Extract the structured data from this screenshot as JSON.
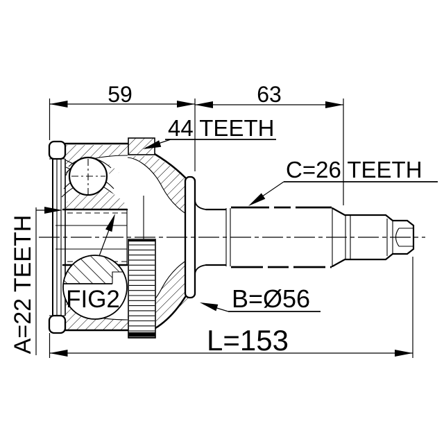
{
  "drawing": {
    "labels": {
      "dim_59": "59",
      "dim_63": "63",
      "abs_teeth": "44 TEETH",
      "outer_spline": "C=26 TEETH",
      "inner_spline": "A=22 TEETH",
      "flange_diameter": "B=Ø56",
      "total_length": "L=153",
      "figure": "FIG2"
    },
    "values": {
      "joint_width_mm": 59,
      "shaft_width_mm": 63,
      "abs_ring_teeth": 44,
      "outer_spline_teeth": 26,
      "inner_spline_teeth": 22,
      "flange_diameter_mm": 56,
      "total_length_mm": 153
    },
    "colors": {
      "line": "#000000",
      "background": "#ffffff"
    }
  }
}
